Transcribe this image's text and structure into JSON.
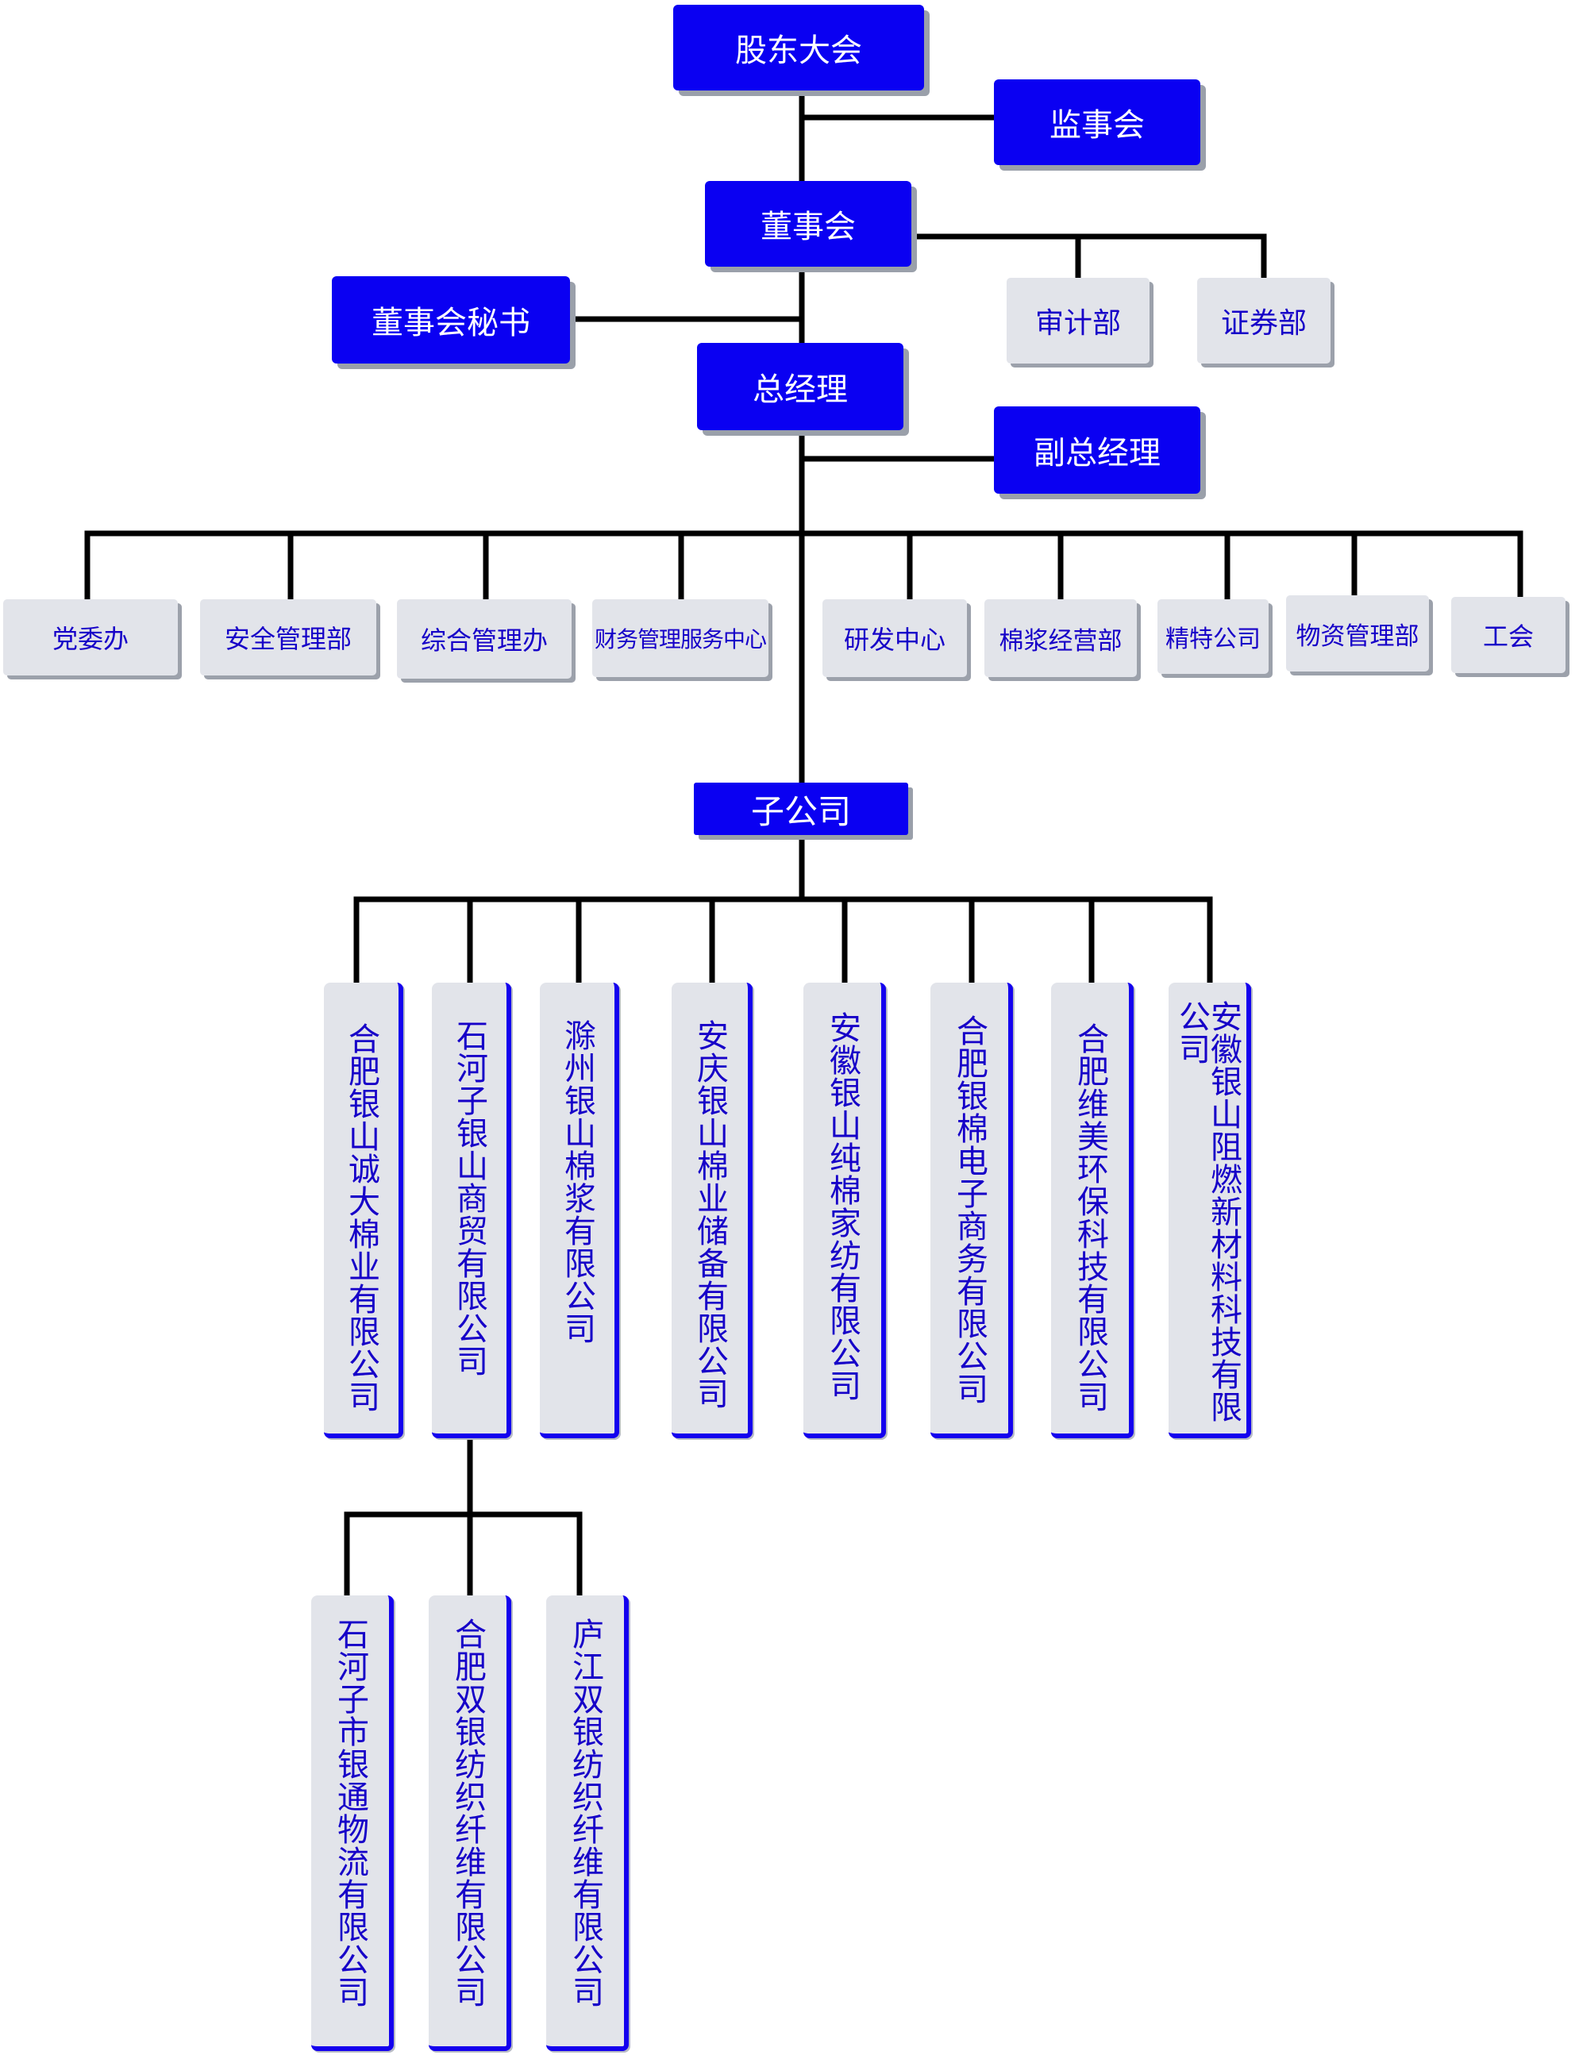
{
  "top": {
    "shareholders": "股东大会",
    "supervisors": "监事会",
    "board": "董事会",
    "secretary": "董事会秘书",
    "audit": "审计部",
    "securities": "证券部",
    "gm": "总经理",
    "deputy_gm": "副总经理"
  },
  "departments": [
    "党委办",
    "安全管理部",
    "综合管理办",
    "财务管理服务中心",
    "研发中心",
    "棉浆经营部",
    "精特公司",
    "物资管理部",
    "工会"
  ],
  "subsidiary_header": "子公司",
  "subsidiaries": [
    "合肥银山诚大棉业有限公司",
    "石河子银山商贸有限公司",
    "滁州银山棉浆有限公司",
    "安庆银山棉业储备有限公司",
    "安徽银山纯棉家纺有限公司",
    "合肥银棉电子商务有限公司",
    "合肥维美环保科技有限公司",
    "安徽银山阻燃新材料科技有限公司"
  ],
  "sub_subsidiaries": [
    "石河子市银通物流有限公司",
    "合肥双银纺织纤维有限公司",
    "庐江双银纺织纤维有限公司"
  ],
  "colors": {
    "blue_box": "#0a00f2",
    "gray_box": "#e2e4ea",
    "text_blue": "#1600c8",
    "line": "#000000"
  }
}
